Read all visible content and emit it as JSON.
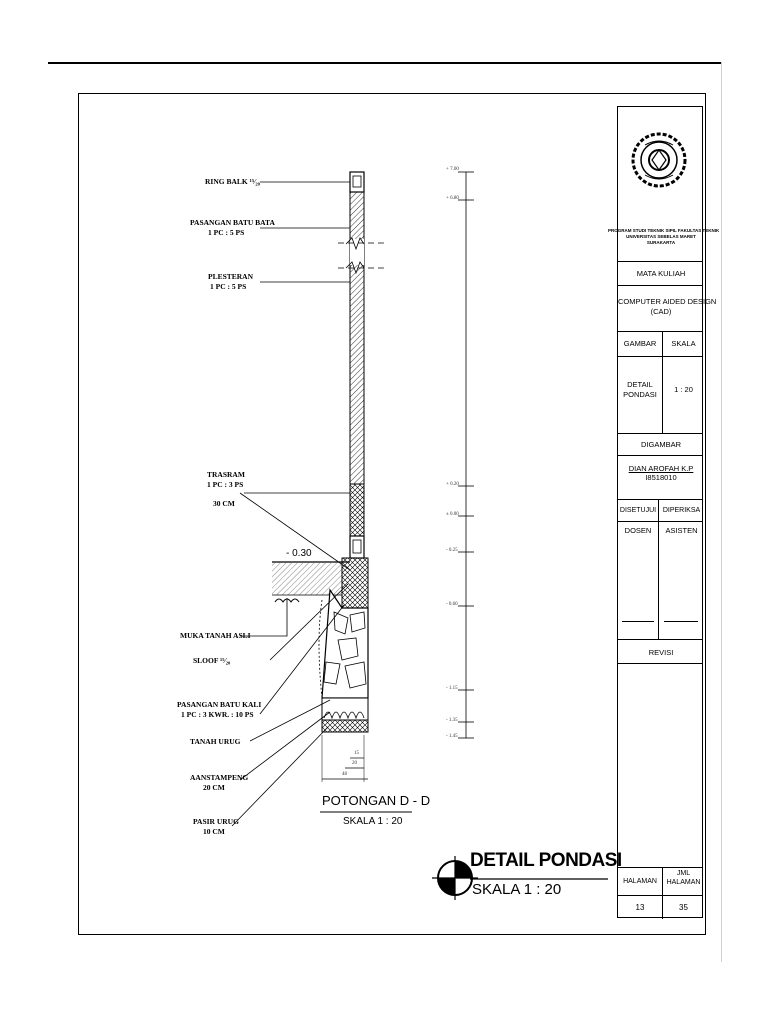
{
  "labels": {
    "ring_balk": "RING BALK ¹⁵⁄₂₀",
    "pasangan_batu_bata_1": "PASANGAN BATU BATA",
    "pasangan_batu_bata_2": "1 PC : 5 PS",
    "plesteran_1": "PLESTERAN",
    "plesteran_2": "1 PC : 5 PS",
    "trasram_1": "TRASRAM",
    "trasram_2": "1 PC : 3 PS",
    "trasram_3": "30 CM",
    "muka_tanah": "MUKA TANAH ASLI",
    "sloof": "SLOOF ¹⁵⁄₂₀",
    "batu_kali_1": "PASANGAN BATU KALI",
    "batu_kali_2": "1 PC : 3 KWR. : 10 PS",
    "tanah_urug": "TANAH URUG",
    "aanstamping_1": "AANSTAMPENG",
    "aanstamping_2": "20 CM",
    "pasir_urug_1": "PASIR URUG",
    "pasir_urug_2": "10 CM",
    "ground_level": "- 0.30"
  },
  "dimensions": {
    "d1": "15",
    "d2": "20",
    "d3": "48"
  },
  "elevations": [
    "+ 7.00",
    "+ 6.80",
    "+ 0.20",
    "± 0.00",
    "- 0.25",
    "- 0.60",
    "- 1.15",
    "- 1.35",
    "- 1.45"
  ],
  "section": {
    "title": "POTONGAN D - D",
    "scale": "SKALA 1 : 20"
  },
  "main_title": {
    "title": "DETAIL PONDASI",
    "scale": "SKALA 1 : 20"
  },
  "title_block": {
    "institution_1": "PROGRAM STUDI TEKNIK SIPIL FAKULTAS TEKNIK",
    "institution_2": "UNIVERSITAS SEBELAS MARET",
    "institution_3": "SURAKARTA",
    "mata_kuliah": "MATA KULIAH",
    "course_1": "COMPUTER AIDED DESIGN",
    "course_2": "(CAD)",
    "gambar": "GAMBAR",
    "skala": "SKALA",
    "drawing_1": "DETAIL",
    "drawing_2": "PONDASI",
    "scale_value": "1 : 20",
    "digambar": "DIGAMBAR",
    "author": "DIAN AROFAH K.P",
    "nim": "I8518010",
    "disetujui": "DISETUJUI",
    "diperiksa": "DIPERIKSA",
    "dosen": "DOSEN",
    "asisten": "ASISTEN",
    "revisi": "REVISI",
    "halaman": "HALAMAN",
    "jml_halaman_1": "JML",
    "jml_halaman_2": "HALAMAN",
    "page": "13",
    "total_pages": "35"
  }
}
